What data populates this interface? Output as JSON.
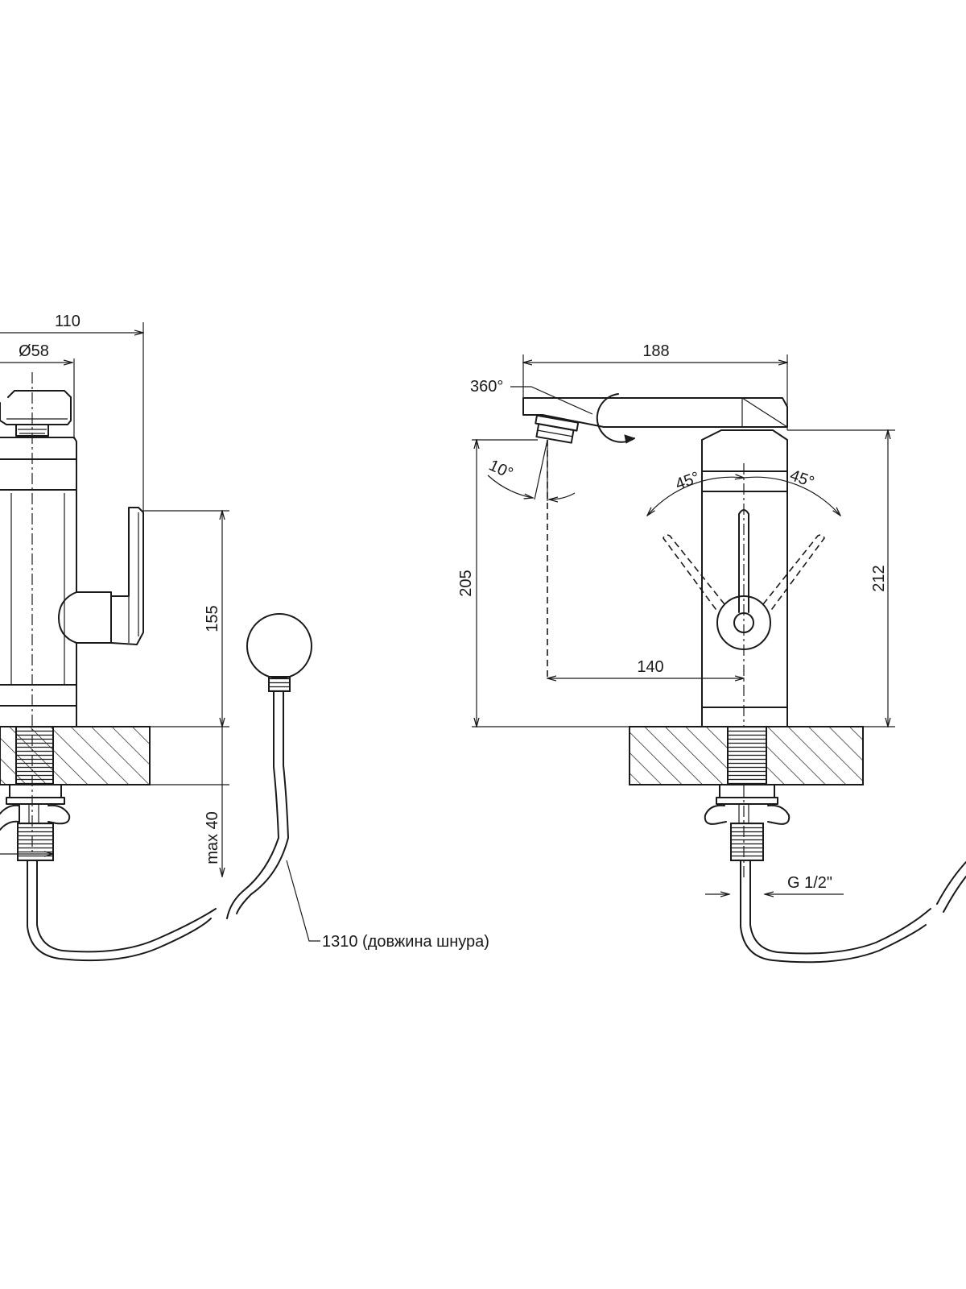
{
  "side_view": {
    "overall_width": "110",
    "body_diameter": "Ø58",
    "height": "155",
    "max_mount_thickness": "max 40",
    "cord_length": "1310 (довжина шнура)"
  },
  "front_view": {
    "spout_length": "188",
    "swivel_angle": "360°",
    "aerator_tilt": "10°",
    "lever_left_angle": "45°",
    "lever_right_angle": "45°",
    "spout_height": "205",
    "total_height": "212",
    "spout_reach": "140",
    "thread_size": "G 1/2\""
  }
}
